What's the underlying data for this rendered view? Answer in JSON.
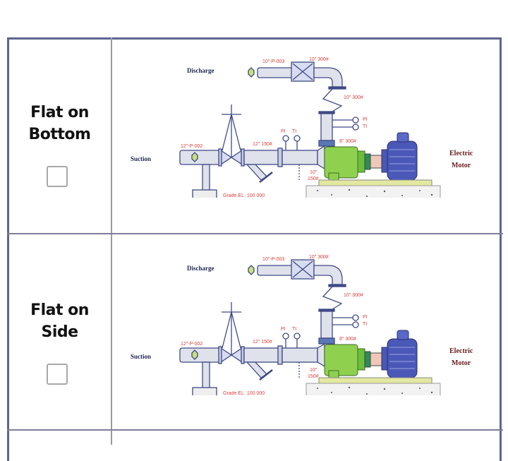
{
  "rows": [
    {
      "label_line1": "Flat on",
      "label_line2": "Bottom",
      "checked": false,
      "diagram": {
        "discharge": "Discharge",
        "suction": "Suction",
        "electric": "Electric",
        "motor": "Motor",
        "discharge_line": "10\"-P-003",
        "discharge_valve": "10\" 300#",
        "discharge_flange": "10\" 300#",
        "pump_outlet": "8\" 300#",
        "suction_line": "12\"-P-002",
        "suction_rating": "12\" 150#",
        "pump_inlet_1": "10\"",
        "pump_inlet_2": "150#",
        "grade": "Grade EL. 100 000",
        "pi": "PI",
        "ti": "TI"
      }
    },
    {
      "label_line1": "Flat on",
      "label_line2": "Side",
      "checked": false,
      "diagram": {
        "discharge": "Discharge",
        "suction": "Suction",
        "electric": "Electric",
        "motor": "Motor",
        "discharge_line": "10\"-P-003",
        "discharge_valve": "10\" 300#",
        "discharge_flange": "10\" 300#",
        "pump_outlet": "8\" 300#",
        "suction_line": "12\"-P-002",
        "suction_rating": "12\" 150#",
        "pump_inlet_1": "10\"",
        "pump_inlet_2": "150#",
        "grade": "Grade EL. 100 000",
        "pi": "PI",
        "ti": "TI"
      }
    }
  ],
  "colors": {
    "border": "#5d6590",
    "pump": "#8fd14f",
    "motor": "#4a58b8",
    "label_red": "#d9403a"
  }
}
